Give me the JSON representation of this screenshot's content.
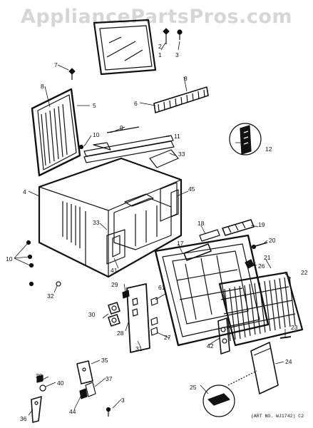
{
  "watermark": "AppliancePartsPros.com",
  "art_number": "(ART NO. WJ1742) C2",
  "callouts": {
    "c1": "1",
    "c2": "2",
    "c3": "3",
    "c4": "4",
    "c5": "5",
    "c6": "6",
    "c7": "7",
    "c8a": "8",
    "c8b": "8",
    "c9": "9",
    "c10a": "10",
    "c10b": "10",
    "c11": "11",
    "c12": "12",
    "c17": "17",
    "c18": "18",
    "c19": "19",
    "c20": "20",
    "c21": "21",
    "c22": "22",
    "c23": "23",
    "c24": "24",
    "c25": "25",
    "c26": "26",
    "c27": "27",
    "c28": "28",
    "c29": "29",
    "c30": "30",
    "c31": "31",
    "c32": "32",
    "c33a": "33",
    "c33b": "33",
    "c35": "35",
    "c36": "36",
    "c37": "37",
    "c39": "39",
    "c40": "40",
    "c41": "41",
    "c42": "42",
    "c44": "44",
    "c45": "45",
    "c61": "61",
    "c3b": "3"
  }
}
